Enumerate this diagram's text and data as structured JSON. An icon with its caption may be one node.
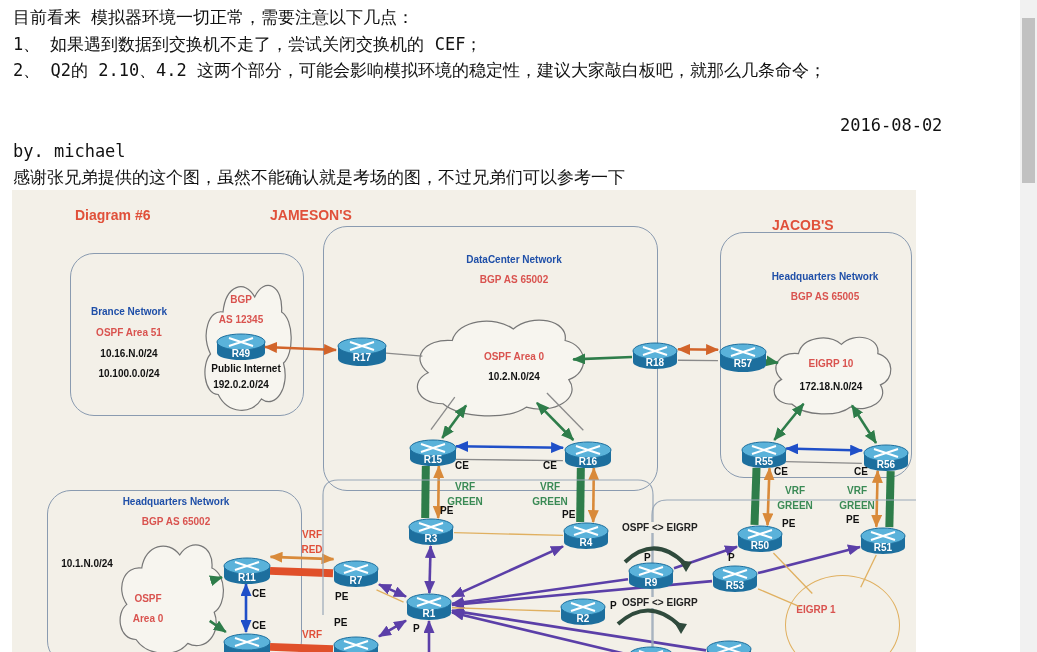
{
  "diagram": {
    "nodes": [
      {
        "text": [
          "Brance Network",
          "OSPF Area 51",
          "10.16.N.0/24",
          "10.100.0.0/24"
        ]
      },
      {
        "text": [
          "BGP",
          "AS 12345",
          "Public Internet",
          "192.0.2.0/24"
        ],
        "in": 0
      },
      {
        "text": [
          "R49"
        ],
        "in": 1
      },
      {
        "text": [
          "DataCenter Network",
          "BGP AS 65002"
        ]
      },
      {
        "text": [
          "R17"
        ],
        "in": 3
      },
      {
        "text": [
          "OSPF Area 0",
          "10.2.N.0/24"
        ],
        "in": 3
      },
      {
        "text": [
          "R15"
        ],
        "in": 3,
        "beside": [
          "CE"
        ]
      },
      {
        "text": [
          "R16"
        ],
        "in": 3,
        "beside": [
          "CE"
        ]
      },
      {
        "text": [
          "Headquarters Network",
          "BGP AS 65005"
        ]
      },
      {
        "text": [
          "R57"
        ],
        "in": 8
      },
      {
        "text": [
          "EIGRP 10",
          "172.18.N.0/24"
        ],
        "in": 8
      },
      {
        "text": [
          "R55"
        ],
        "in": 8,
        "beside": [
          "CE"
        ]
      },
      {
        "text": [
          "R56"
        ],
        "in": 8,
        "beside": [
          "CE"
        ]
      },
      {
        "text": [
          "R18"
        ]
      },
      {
        "text": [
          "Headquarters Network",
          "BGP AS 65002",
          "10.1.N.0/24"
        ]
      },
      {
        "text": [
          "OSPF",
          "Area 0"
        ],
        "in": 14
      },
      {
        "text": [
          "R11"
        ],
        "in": 14,
        "beside": [
          "CE"
        ]
      },
      {
        "text": [],
        "shape": "cylinder",
        "in": 14,
        "beside": [
          "CE"
        ]
      },
      {
        "text": [
          "R3"
        ],
        "beside": [
          "PE"
        ]
      },
      {
        "text": [
          "R4"
        ],
        "beside": [
          "PE"
        ]
      },
      {
        "text": [
          "R7"
        ],
        "beside": [
          "PE"
        ]
      },
      {
        "text": [
          "R1"
        ],
        "beside": [
          "P"
        ]
      },
      {
        "text": [
          "R2"
        ],
        "beside": [
          "P"
        ]
      },
      {
        "text": [
          "R9"
        ],
        "beside": [
          "P"
        ]
      },
      {
        "text": [
          "R53"
        ],
        "beside": [
          "P"
        ]
      },
      {
        "text": [
          "R50"
        ],
        "beside": [
          "PE"
        ]
      },
      {
        "text": [
          "R51"
        ],
        "beside": [
          "PE"
        ]
      },
      {
        "text": [],
        "shape": "cylinder",
        "beside": [
          "PE"
        ]
      },
      {
        "text": [],
        "shape": "cylinder"
      },
      {
        "text": [],
        "shape": "cylinder"
      },
      {
        "text": [
          "EIGRP 1"
        ]
      }
    ],
    "edges": [
      {
        "from": 2,
        "to": 4,
        "arrow": "both",
        "color": "#d2642a"
      },
      {
        "from": 4,
        "to": 5,
        "arrow": "none",
        "color": "#8a8a8a"
      },
      {
        "from": 13,
        "to": 5,
        "arrow": "to",
        "color": "#2e7d4a"
      },
      {
        "from": 13,
        "to": 9,
        "arrow": "both",
        "color": "#d2642a"
      },
      {
        "from": 13,
        "to": 9,
        "arrow": "none",
        "color": "#8a8a8a"
      },
      {
        "from": 6,
        "to": 5,
        "arrow": "both",
        "color": "#2e7d4a"
      },
      {
        "from": 7,
        "to": 5,
        "arrow": "both",
        "color": "#2e7d4a"
      },
      {
        "from": 6,
        "to": 7,
        "arrow": "both",
        "color": "#1f4fc8"
      },
      {
        "from": 6,
        "to": 7,
        "arrow": "none",
        "color": "#8a8a8a"
      },
      {
        "from": 6,
        "to": 18,
        "arrow": "none",
        "style": "thick",
        "color": "#2e7d4a"
      },
      {
        "from": 6,
        "to": 18,
        "arrow": "both",
        "color": "#d98a3a"
      },
      {
        "from": 7,
        "to": 19,
        "arrow": "none",
        "style": "thick",
        "color": "#2e7d4a"
      },
      {
        "from": 7,
        "to": 19,
        "arrow": "both",
        "color": "#d98a3a"
      },
      {
        "from": 18,
        "to": 19,
        "arrow": "none",
        "color": "#e0b060"
      },
      {
        "from": 9,
        "to": 10,
        "arrow": "to",
        "color": "#2e7d4a"
      },
      {
        "from": 11,
        "to": 10,
        "arrow": "both",
        "color": "#2e7d4a"
      },
      {
        "from": 12,
        "to": 10,
        "arrow": "both",
        "color": "#2e7d4a"
      },
      {
        "from": 11,
        "to": 12,
        "arrow": "both",
        "color": "#1f4fc8"
      },
      {
        "from": 11,
        "to": 12,
        "arrow": "none",
        "color": "#8a8a8a"
      },
      {
        "from": 11,
        "to": 25,
        "arrow": "none",
        "style": "thick",
        "color": "#2e7d4a"
      },
      {
        "from": 11,
        "to": 25,
        "arrow": "both",
        "color": "#d98a3a"
      },
      {
        "from": 12,
        "to": 26,
        "arrow": "none",
        "style": "thick",
        "color": "#2e7d4a"
      },
      {
        "from": 12,
        "to": 26,
        "arrow": "both",
        "color": "#d98a3a"
      },
      {
        "from": 15,
        "to": 16,
        "arrow": "to",
        "color": "#2e7d4a"
      },
      {
        "from": 15,
        "to": 17,
        "arrow": "to",
        "color": "#2e7d4a"
      },
      {
        "from": 16,
        "to": 17,
        "arrow": "both",
        "color": "#1f4fc8"
      },
      {
        "from": 16,
        "to": 20,
        "arrow": "both",
        "color": "#d98a3a"
      },
      {
        "from": 16,
        "to": 20,
        "arrow": "none",
        "style": "thick",
        "color": "#e0502a"
      },
      {
        "from": 17,
        "to": 27,
        "arrow": "none",
        "style": "thick",
        "color": "#e0502a"
      },
      {
        "from": 18,
        "to": 21,
        "arrow": "both",
        "color": "#5b3fa8"
      },
      {
        "from": 20,
        "to": 21,
        "arrow": "both",
        "color": "#5b3fa8"
      },
      {
        "from": 27,
        "to": 21,
        "arrow": "both",
        "color": "#5b3fa8"
      },
      {
        "from": 19,
        "to": 21,
        "arrow": "both",
        "color": "#5b3fa8"
      },
      {
        "from": 23,
        "to": 21,
        "arrow": "to",
        "color": "#5b3fa8"
      },
      {
        "from": 24,
        "to": 21,
        "arrow": "to",
        "color": "#5b3fa8"
      },
      {
        "from": 28,
        "to": 21,
        "arrow": "to",
        "color": "#5b3fa8"
      },
      {
        "from": 29,
        "to": 21,
        "arrow": "to",
        "color": "#5b3fa8"
      },
      {
        "from": 23,
        "to": 25,
        "arrow": "to",
        "color": "#5b3fa8"
      },
      {
        "from": 24,
        "to": 26,
        "arrow": "to",
        "color": "#5b3fa8"
      },
      {
        "from": null,
        "to": 21,
        "arrow": "to",
        "color": "#5b3fa8"
      },
      {
        "from": 20,
        "to": 21,
        "arrow": "none",
        "color": "#e0b060"
      },
      {
        "from": 21,
        "to": 22,
        "arrow": "none",
        "color": "#e0b060"
      },
      {
        "from": 25,
        "to": 30,
        "arrow": "none",
        "color": "#e0b060"
      },
      {
        "from": 26,
        "to": 30,
        "arrow": "none",
        "color": "#e0b060"
      },
      {
        "from": 24,
        "to": 30,
        "arrow": "none",
        "color": "#e0b060"
      },
      {
        "from": 5,
        "to": 6,
        "arrow": "none",
        "color": "#8a8a8a"
      },
      {
        "from": 5,
        "to": 7,
        "arrow": "none",
        "color": "#8a8a8a"
      }
    ],
    "labels": [
      "目前看来 模拟器环境一切正常，需要注意以下几点：",
      "1、 如果遇到数据到交换机不走了，尝试关闭交换机的 CEF；",
      "2、 Q2的 2.10、4.2 这两个部分，可能会影响模拟环境的稳定性，建议大家敲白板吧，就那么几条命令；",
      "2016-08-02",
      "by. michael",
      "感谢张兄弟提供的这个图，虽然不能确认就是考场的图，不过兄弟们可以参考一下",
      "Diagram #6",
      "JAMESON'S",
      "JACOB'S",
      "VRF GREEN",
      "VRF GREEN",
      "VRF GREEN",
      "VRF GREEN",
      "VRF RED",
      "VRF",
      "OSPF <> EIGRP",
      "OSPF <> EIGRP"
    ]
  }
}
